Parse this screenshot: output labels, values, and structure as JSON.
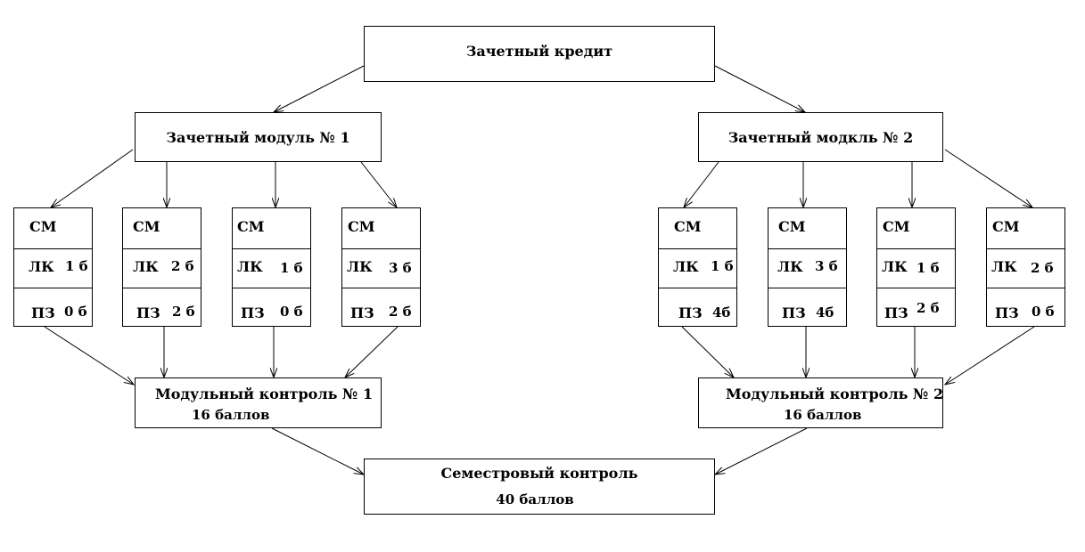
{
  "top": {
    "label": "Зачетный кредит"
  },
  "modules": [
    {
      "title": "Зачетный модуль № 1",
      "control": {
        "title": "Модульный контроль № 1",
        "points": "16 баллов"
      },
      "units": [
        {
          "sm": "СМ",
          "lk_label": "ЛК",
          "lk_value": "1 б",
          "pz_label": "ПЗ",
          "pz_value": "0 б"
        },
        {
          "sm": "СМ",
          "lk_label": "ЛК",
          "lk_value": "2 б",
          "pz_label": "ПЗ",
          "pz_value": "2 б"
        },
        {
          "sm": "СМ",
          "lk_label": "ЛК",
          "lk_value": "1 б",
          "pz_label": "ПЗ",
          "pz_value": "0 б"
        },
        {
          "sm": "СМ",
          "lk_label": "ЛК",
          "lk_value": "3 б",
          "pz_label": "ПЗ",
          "pz_value": "2 б"
        }
      ]
    },
    {
      "title": "Зачетный модкль № 2",
      "control": {
        "title": "Модульный контроль № 2",
        "points": "16 баллов"
      },
      "units": [
        {
          "sm": "СМ",
          "lk_label": "ЛК",
          "lk_value": "1 б",
          "pz_label": "ПЗ",
          "pz_value": "4б"
        },
        {
          "sm": "СМ",
          "lk_label": "ЛК",
          "lk_value": "3 б",
          "pz_label": "ПЗ",
          "pz_value": "4б"
        },
        {
          "sm": "СМ",
          "lk_label": "ЛК",
          "lk_value": "1 б",
          "pz_label": "ПЗ",
          "pz_value": "2 б"
        },
        {
          "sm": "СМ",
          "lk_label": "ЛК",
          "lk_value": "2 б",
          "pz_label": "ПЗ",
          "pz_value": "0 б"
        }
      ]
    }
  ],
  "semester": {
    "title": "Семестровый контроль",
    "points": "40 баллов"
  }
}
